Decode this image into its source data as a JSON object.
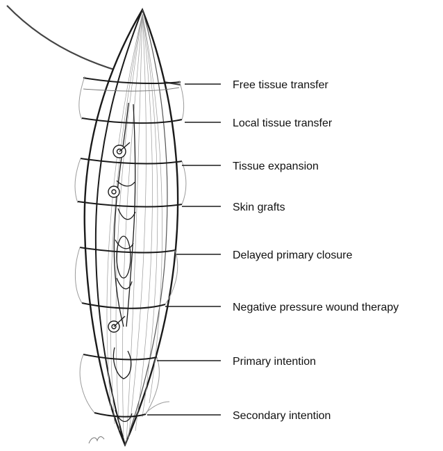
{
  "diagram": {
    "labels": [
      "Free tissue transfer",
      "Local tissue transfer",
      "Tissue expansion",
      "Skin grafts",
      "Delayed primary closure",
      "Negative pressure wound therapy",
      "Primary intention",
      "Secondary intention"
    ],
    "colors": {
      "ink": "#1a1a1a",
      "muted": "#8a8a8a",
      "paper": "#ffffff"
    }
  }
}
